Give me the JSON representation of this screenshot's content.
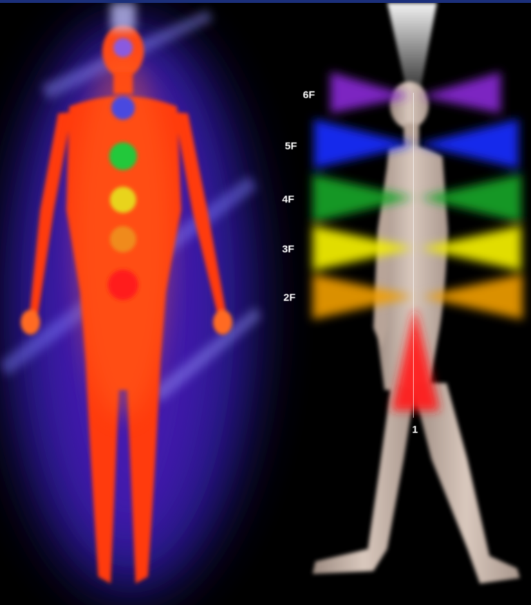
{
  "labels": {
    "six": "6F",
    "five": "5F",
    "four": "4F",
    "three": "3F",
    "two": "2F",
    "one": "1"
  },
  "colors": {
    "border": "#1b2f7a",
    "violet": "#8a2bd6",
    "blue": "#1a2cff",
    "green": "#1aa82a",
    "yellow": "#f5f000",
    "orange": "#f2a000",
    "red": "#ff1a1a",
    "aura_red": "#ff3a10",
    "aura_blue": "#2a1aa0",
    "skin": "#c9b5a8",
    "crown_beam": "#ffffff"
  }
}
